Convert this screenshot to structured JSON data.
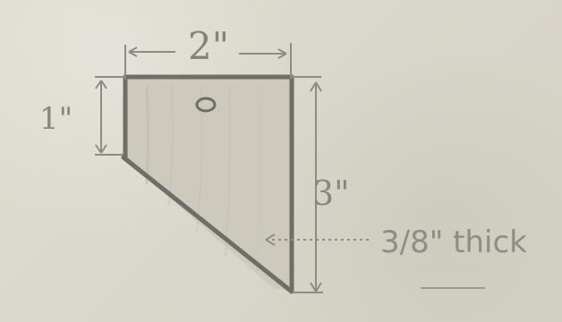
{
  "drawing": {
    "top_width": "2\"",
    "left_height": "1\"",
    "right_height": "3\"",
    "thickness": "3/8\" thick"
  }
}
